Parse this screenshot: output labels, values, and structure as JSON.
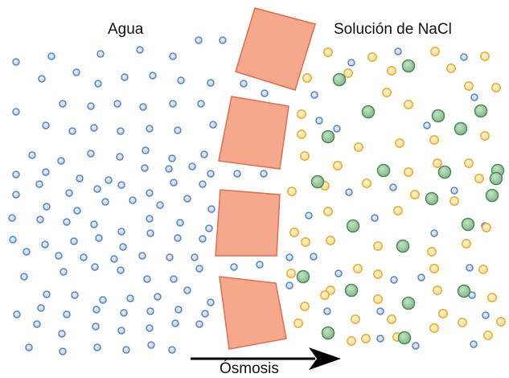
{
  "labels": {
    "water": "Agua",
    "salt_solution": "Solución de NaCl",
    "process": "Ósmosis"
  },
  "legend_semantics": {
    "water_molecule": "small blue particle",
    "sodium_ion": "yellow particle",
    "chloride_ion": "green particle",
    "membrane": "salmon semipermeable membrane segments",
    "arrow": "direction of water flow, left to right"
  },
  "colors": {
    "water_fill": "#c4d8f0",
    "water_stroke": "#5a86bf",
    "sodium_fill": "#fae6a8",
    "sodium_stroke": "#e8ad3a",
    "chloride_fill": "#92c298",
    "chloride_stroke": "#4f8a58",
    "membrane_fill": "#f6a88c",
    "membrane_stroke": "#de6e4f",
    "arrow": "#000000",
    "text": "#111111"
  }
}
